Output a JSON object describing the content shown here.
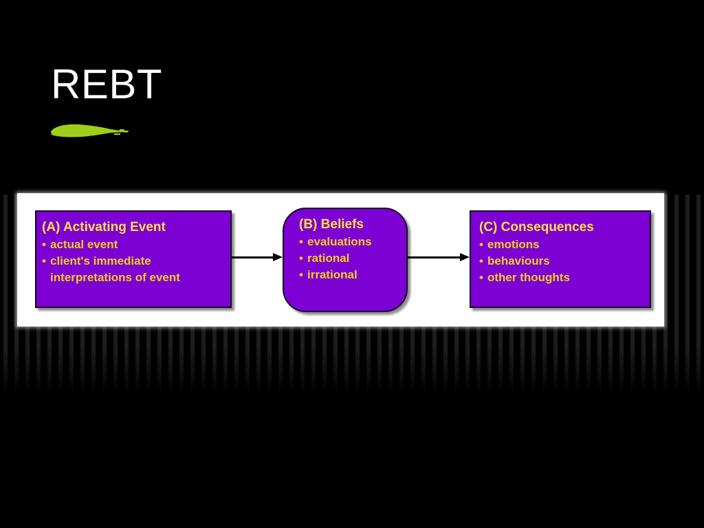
{
  "slide": {
    "title": "REBT",
    "background_color": "#000000",
    "title_color": "#ffffff",
    "accent_brush_color": "#9fcf1a",
    "panel_color": "#ffffff"
  },
  "diagram": {
    "type": "flow",
    "node_fill_color": "#7d00d4",
    "node_text_color": "#f5c542",
    "arrow_color": "#000000",
    "nodes": [
      {
        "id": "a",
        "heading": "(A) Activating Event",
        "shape": "rectangle",
        "bullets": [
          {
            "marker": "•",
            "text": "actual event"
          },
          {
            "marker": "•",
            "text": "client's immediate"
          },
          {
            "marker": "",
            "text": "interpretations of event"
          }
        ]
      },
      {
        "id": "b",
        "heading": "(B) Beliefs",
        "shape": "rounded-rectangle",
        "bullets": [
          {
            "marker": "•",
            "text": "evaluations"
          },
          {
            "marker": "•",
            "text": "rational"
          },
          {
            "marker": "•",
            "text": "irrational"
          }
        ]
      },
      {
        "id": "c",
        "heading": "(C) Consequences",
        "shape": "rectangle",
        "bullets": [
          {
            "marker": "•",
            "text": "emotions"
          },
          {
            "marker": "•",
            "text": "behaviours"
          },
          {
            "marker": "•",
            "text": "other thoughts"
          }
        ]
      }
    ],
    "edges": [
      {
        "id": "a-b",
        "from": "a",
        "to": "b",
        "style": "solid-arrow"
      },
      {
        "id": "b-c",
        "from": "b",
        "to": "c",
        "style": "solid-arrow"
      }
    ]
  }
}
